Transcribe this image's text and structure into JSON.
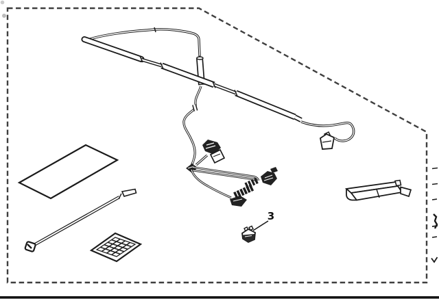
{
  "figure": {
    "type": "parts-diagram",
    "description": "exploded-parts-illustration-wire-harness-kit",
    "background_color": "#ffffff",
    "line_color": "#1a1a1a",
    "border": {
      "style": "dashed",
      "color": "#3f3f3f"
    },
    "bottom_rule_color": "#141414",
    "callouts": [
      {
        "label": "3",
        "points_to": "spare-fuse"
      }
    ],
    "parts": [
      {
        "name": "wire-harness-assembly"
      },
      {
        "name": "foam-pad"
      },
      {
        "name": "cable-tie"
      },
      {
        "name": "grid-template-sticker"
      },
      {
        "name": "spare-fuse"
      },
      {
        "name": "side-bracket"
      }
    ]
  }
}
